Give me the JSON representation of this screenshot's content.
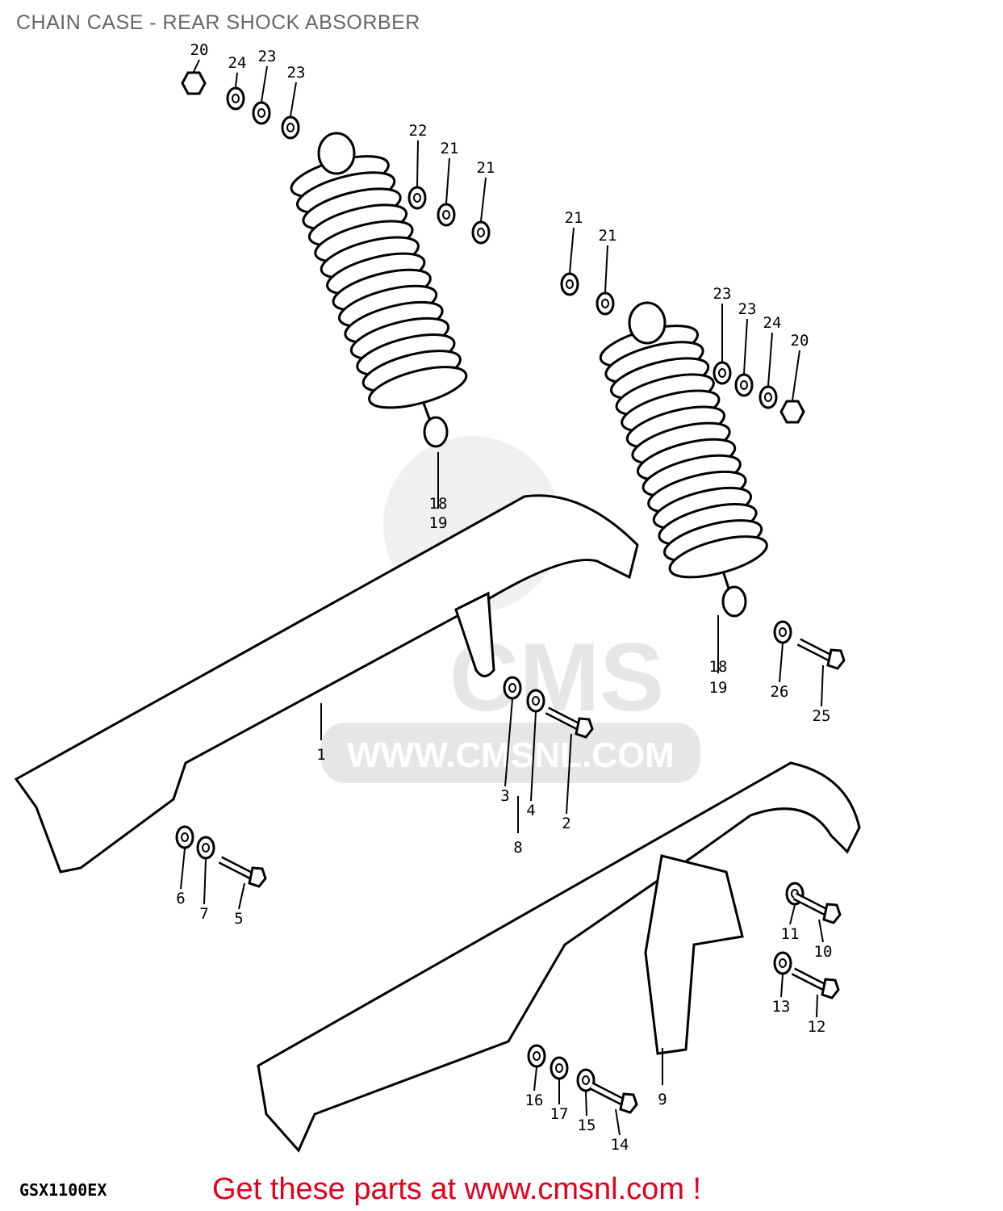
{
  "title": "CHAIN CASE - REAR SHOCK ABSORBER",
  "model": "GSX1100EX",
  "promo": "Get these parts at www.cmsnl.com !",
  "watermark": {
    "logo_text": "CMS",
    "url": "WWW.CMSNL.COM"
  },
  "colors": {
    "promo": "#e3001b",
    "title": "#666666",
    "watermark": "#e6e6e6"
  },
  "callouts": [
    "20",
    "24",
    "23",
    "23",
    "22",
    "21",
    "21",
    "21",
    "21",
    "23",
    "23",
    "24",
    "20",
    "18",
    "19",
    "18",
    "19",
    "26",
    "25",
    "1",
    "3",
    "4",
    "2",
    "6",
    "7",
    "5",
    "8",
    "11",
    "10",
    "13",
    "12",
    "9",
    "16",
    "17",
    "15",
    "14"
  ]
}
